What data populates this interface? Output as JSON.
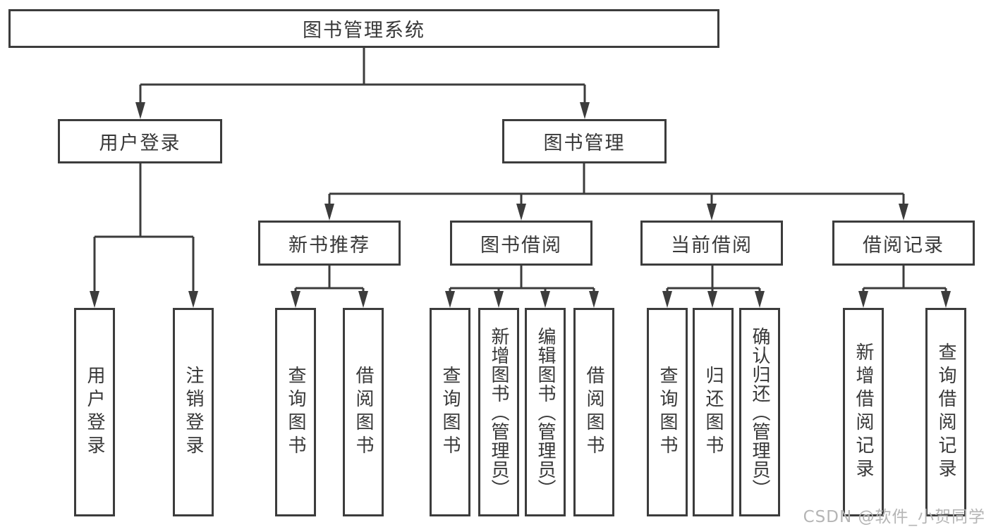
{
  "tree": {
    "label": "图书管理系统",
    "children": [
      {
        "label": "用户登录",
        "children": [
          {
            "label": "用户登录"
          },
          {
            "label": "注销登录"
          }
        ]
      },
      {
        "label": "图书管理",
        "children": [
          {
            "label": "新书推荐",
            "children": [
              {
                "label": "查询图书"
              },
              {
                "label": "借阅图书"
              }
            ]
          },
          {
            "label": "图书借阅",
            "children": [
              {
                "label": "查询图书"
              },
              {
                "label": "新增图书（管理员）"
              },
              {
                "label": "编辑图书（管理员）"
              },
              {
                "label": "借阅图书"
              }
            ]
          },
          {
            "label": "当前借阅",
            "children": [
              {
                "label": "查询图书"
              },
              {
                "label": "归还图书"
              },
              {
                "label": "确认归还（管理员）"
              }
            ]
          },
          {
            "label": "借阅记录",
            "children": [
              {
                "label": "新增借阅记录"
              },
              {
                "label": "查询借阅记录"
              }
            ]
          }
        ]
      }
    ]
  },
  "watermark": {
    "text": "CSDN @软件_小贺同学"
  },
  "colors": {
    "line": "#3c3c3c",
    "text": "#383838",
    "watermark": "#b5b5b5",
    "background": "#ffffff"
  }
}
